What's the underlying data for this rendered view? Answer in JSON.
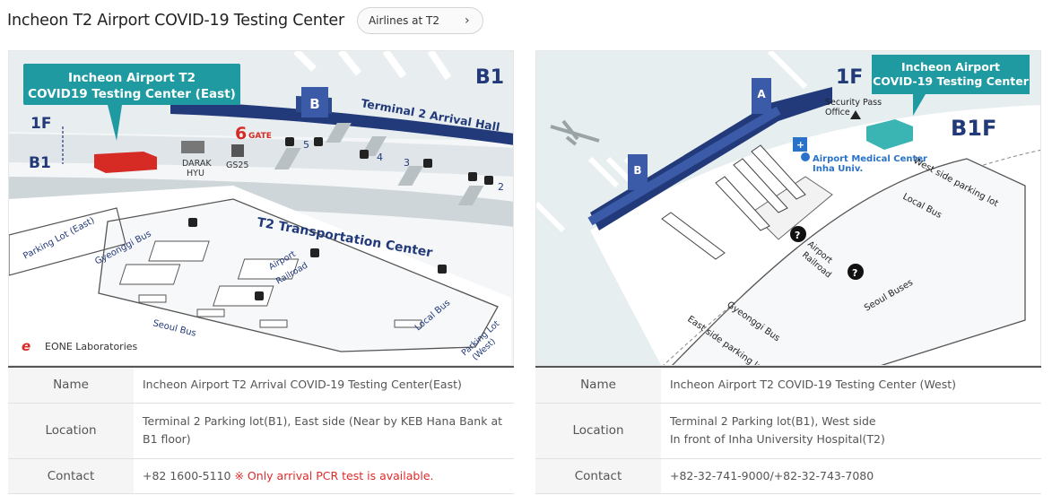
{
  "header": {
    "title": "Incheon T2 Airport COVID-19 Testing Center",
    "airlines_button": "Airlines at T2"
  },
  "east": {
    "map": {
      "callout_line1": "Incheon Airport T2",
      "callout_line2": "COVID19 Testing Center (East)",
      "floor_b1": "B1",
      "floor_1f": "1F",
      "floor_b1_left": "B1",
      "gate_letter": "B",
      "arrival_hall": "Terminal 2 Arrival Hall",
      "gate_num": "6",
      "gate_word": "GATE",
      "num5": "5",
      "num4": "4",
      "num3": "3",
      "num2": "2",
      "darak": "DARAK",
      "hyu": "HYU",
      "gs25": "GS25",
      "transport_center": "T2 Transportation Center",
      "parking_east": "Parking Lot (East)",
      "gyeonggi_bus": "Gyeonggi Bus",
      "airport_railroad_1": "Airport",
      "airport_railroad_2": "Railroad",
      "seoul_bus": "Seoul Bus",
      "local_bus": "Local Bus",
      "parking_west_1": "Parking Lot",
      "parking_west_2": "(West)",
      "brand": "EONE Laboratories"
    },
    "table": {
      "name_label": "Name",
      "name_value": "Incheon Airport T2 Arrival COVID-19 Testing Center(East)",
      "location_label": "Location",
      "location_value": "Terminal 2 Parking lot(B1), East side (Near by KEB Hana Bank at B1 floor)",
      "contact_label": "Contact",
      "contact_value": "+82 1600-5110",
      "contact_note": "※ Only arrival PCR test is available."
    }
  },
  "west": {
    "map": {
      "callout_line1": "Incheon Airport",
      "callout_line2": "COVID-19 Testing Center",
      "floor_1f": "1F",
      "floor_b1f": "B1F",
      "gate_a": "A",
      "gate_b": "B",
      "security_1": "Security Pass",
      "security_2": "Office",
      "medical_1": "Airport Medical Center",
      "medical_2": "Inha Univ.",
      "westside_parking": "West side parking lot",
      "local_bus": "Local Bus",
      "airport_railroad_1": "Airport",
      "airport_railroad_2": "Railroad",
      "seoul_buses": "Seoul Buses",
      "gyeonggi_bus": "Gyeonggi Bus",
      "eastside_parking": "East side parking lot"
    },
    "table": {
      "name_label": "Name",
      "name_value": "Incheon Airport T2 COVID-19 Testing Center (West)",
      "location_label": "Location",
      "location_value_1": "Terminal 2 Parking lot(B1), West side",
      "location_value_2": "In front of Inha University Hospital(T2)",
      "contact_label": "Contact",
      "contact_value": "+82-32-741-9000/+82-32-743-7080"
    }
  },
  "colors": {
    "teal": "#1e9aa0",
    "navy": "#223a7a",
    "red": "#d62b25",
    "warn": "#e02b2b"
  }
}
